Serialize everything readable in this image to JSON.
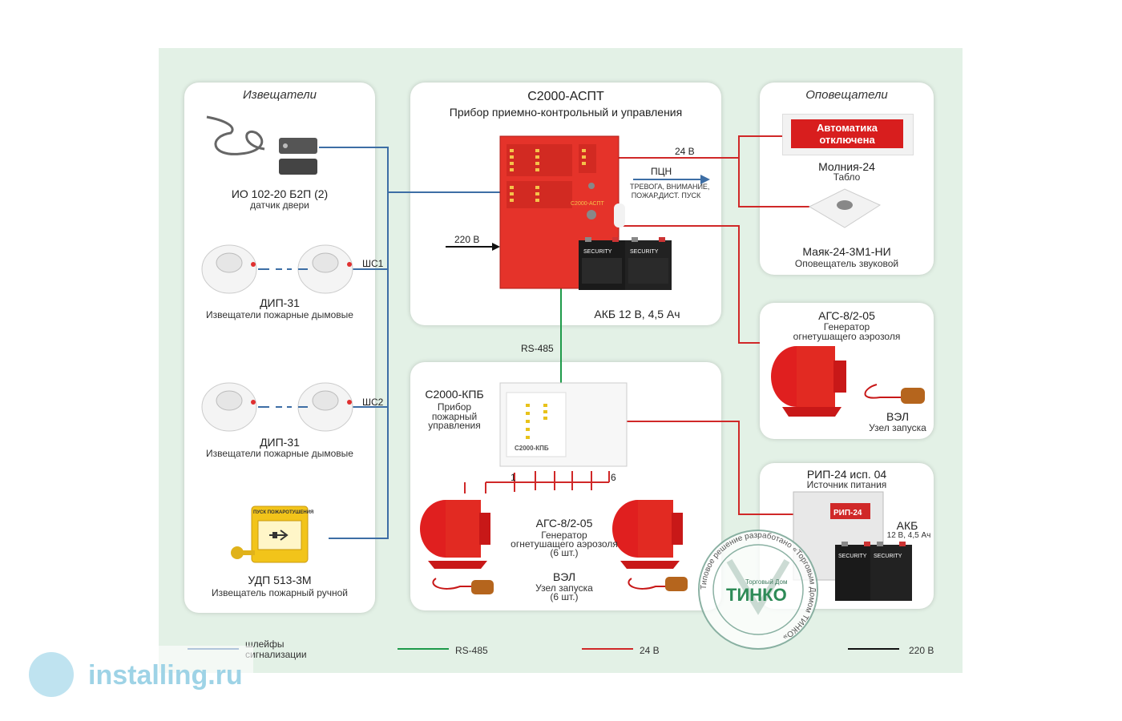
{
  "panels": {
    "detectors": {
      "title": "Извещатели"
    },
    "controller": {
      "title": "С2000-АСПТ",
      "subtitle": "Прибор приемно-контрольный и управления"
    },
    "notifiers": {
      "title": "Оповещатели"
    }
  },
  "devices": {
    "door_sensor": {
      "name": "ИО 102-20 Б2П (2)",
      "desc": "датчик двери"
    },
    "smoke1": {
      "name": "ДИП-31",
      "desc": "Извещатели пожарные дымовые",
      "loop": "ШС1"
    },
    "smoke2": {
      "name": "ДИП-31",
      "desc": "Извещатели пожарные дымовые",
      "loop": "ШС2"
    },
    "manual": {
      "name": "УДП 513-3М",
      "desc": "Извещатель пожарный ручной",
      "face_label": "ПУСК ПОЖАРОТУШЕНИЯ"
    },
    "aspt_battery": {
      "name": "АКБ 12 В, 4,5 Ач"
    },
    "kpb": {
      "name": "С2000-КПБ",
      "desc1": "Прибор",
      "desc2": "пожарный",
      "desc3": "управления",
      "out_first": "1",
      "out_last": "6",
      "face_label": "С2000-КПБ"
    },
    "aspt_face": {
      "label": "С2000-АСПТ"
    },
    "ags_main": {
      "name": "АГС-8/2-05",
      "desc1": "Генератор",
      "desc2": "огнетушащего аэрозоля",
      "count": "(6 шт.)"
    },
    "vel_main": {
      "name": "ВЭЛ",
      "desc": "Узел запуска",
      "count": "(6 шт.)"
    },
    "tablo": {
      "name": "Молния-24",
      "desc": "Табло",
      "line1": "Автоматика",
      "line2": "отключена"
    },
    "siren": {
      "name": "Маяк-24-3М1-НИ",
      "desc": "Оповещатель звуковой"
    },
    "ags_side": {
      "name": "АГС-8/2-05",
      "desc1": "Генератор",
      "desc2": "огнетушащего аэрозоля"
    },
    "vel_side": {
      "name": "ВЭЛ",
      "desc": "Узел запуска"
    },
    "rip": {
      "name": "РИП-24 исп. 04",
      "desc": "Источник питания",
      "face_label": "РИП-24"
    },
    "rip_battery": {
      "name": "АКБ",
      "desc": "12 В, 4,5 Ач"
    },
    "battery_brand": "SECURITY"
  },
  "signals": {
    "v24": "24 В",
    "pcn": "ПЦН",
    "pcn_desc1": "ТРЕВОГА, ВНИМАНИЕ,",
    "pcn_desc2": "ПОЖАР,ДИСТ. ПУСК",
    "v220": "220 В",
    "rs485": "RS-485"
  },
  "legend": {
    "loops": {
      "line1": "шлейфы",
      "line2": "сигнализации",
      "color": "#3d6ea5"
    },
    "rs485": {
      "label": "RS-485",
      "color": "#1e9a4a"
    },
    "v24": {
      "label": "24 В",
      "color": "#d02828"
    },
    "v220": {
      "label": "220 В",
      "color": "#111111"
    }
  },
  "stamp": {
    "ring": "Типовое решение разработано «Торговым Домом ТИНКО»",
    "brand_small": "Торговый Дом",
    "brand": "ТИНКО"
  },
  "watermark": {
    "text": "installing.ru"
  },
  "colors": {
    "background": "#e3f1e6",
    "loops": "#3d6ea5",
    "rs485": "#1e9a4a",
    "v24": "#d02828",
    "v220": "#111111",
    "device_red": "#e5332a"
  }
}
